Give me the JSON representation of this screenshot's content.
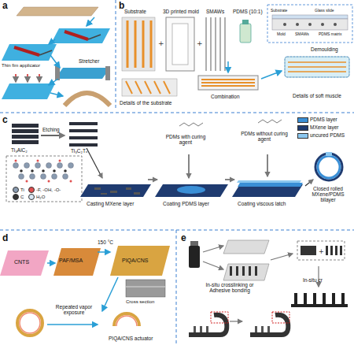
{
  "diagram": {
    "labels": [
      "a",
      "Thin fim applicator",
      "Stretcher",
      "b",
      "Substrate",
      "3D printed mold",
      "SMAWs",
      "PDMS (10:1)",
      "Substrate",
      "Glass slide",
      "Mold",
      "PDMS matrix",
      "SMAWs",
      "Demoulding",
      "Details of the substrate",
      "Combination",
      "Details of soft muscle",
      "c",
      "Ti₃AlC₂",
      "Etching",
      "Ti₃C₂Tₓ",
      "PDMs with curing agent",
      "PDMs without curing agent",
      "Casting MXene layer",
      "Coating PDMS layer",
      "Coating viscous latch",
      "Closed rolled MXene/PDMS bilayer",
      "d",
      "CNTS",
      "PAF/MSA",
      "150 °C",
      "PIQA/CNS",
      "Cross section",
      "Repeated vapor exposure",
      "PIQA/CNS actuator",
      "e",
      "In-situ crosslinking or Adhesive bonding",
      "In-situ cr"
    ],
    "legend": [
      {
        "text": "Ti",
        "color": "#8a9bb0"
      },
      {
        "text": "-F, -OH, -O-",
        "color": "#e05050"
      },
      {
        "text": "C",
        "color": "#333333"
      },
      {
        "text": "H₂O",
        "color": "#d8e8f5"
      },
      {
        "text": "PDMS layer",
        "color": "#3a8fd6"
      },
      {
        "text": "MXene layer",
        "color": "#1f3b70"
      },
      {
        "text": "uncured PDMS",
        "color": "#8cc8f0"
      }
    ]
  }
}
